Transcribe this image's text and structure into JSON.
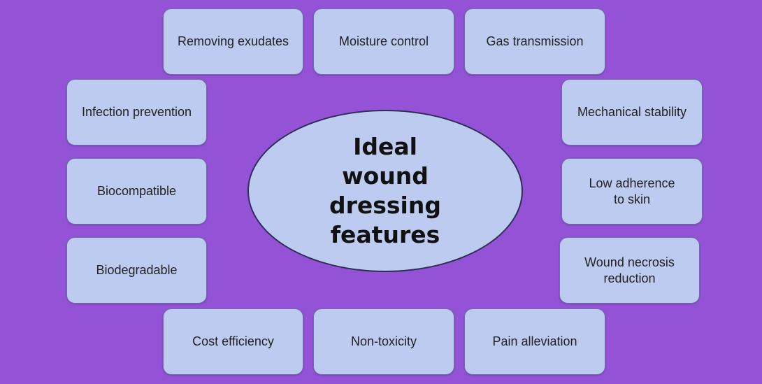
{
  "diagram": {
    "center_label": "Ideal\nwound\ndressing\nfeatures",
    "features": [
      "Removing exudates",
      "Moisture control",
      "Gas transmission",
      "Infection prevention",
      "Biocompatible",
      "Biodegradable",
      "Mechanical stability",
      "Low adherence\nto skin",
      "Wound necrosis\nreduction",
      "Cost efficiency",
      "Non-toxicity",
      "Pain alleviation"
    ]
  },
  "colors": {
    "background": "#9453d6",
    "box_fill": "#bccbef",
    "ellipse_outline": "#2e2e55"
  }
}
